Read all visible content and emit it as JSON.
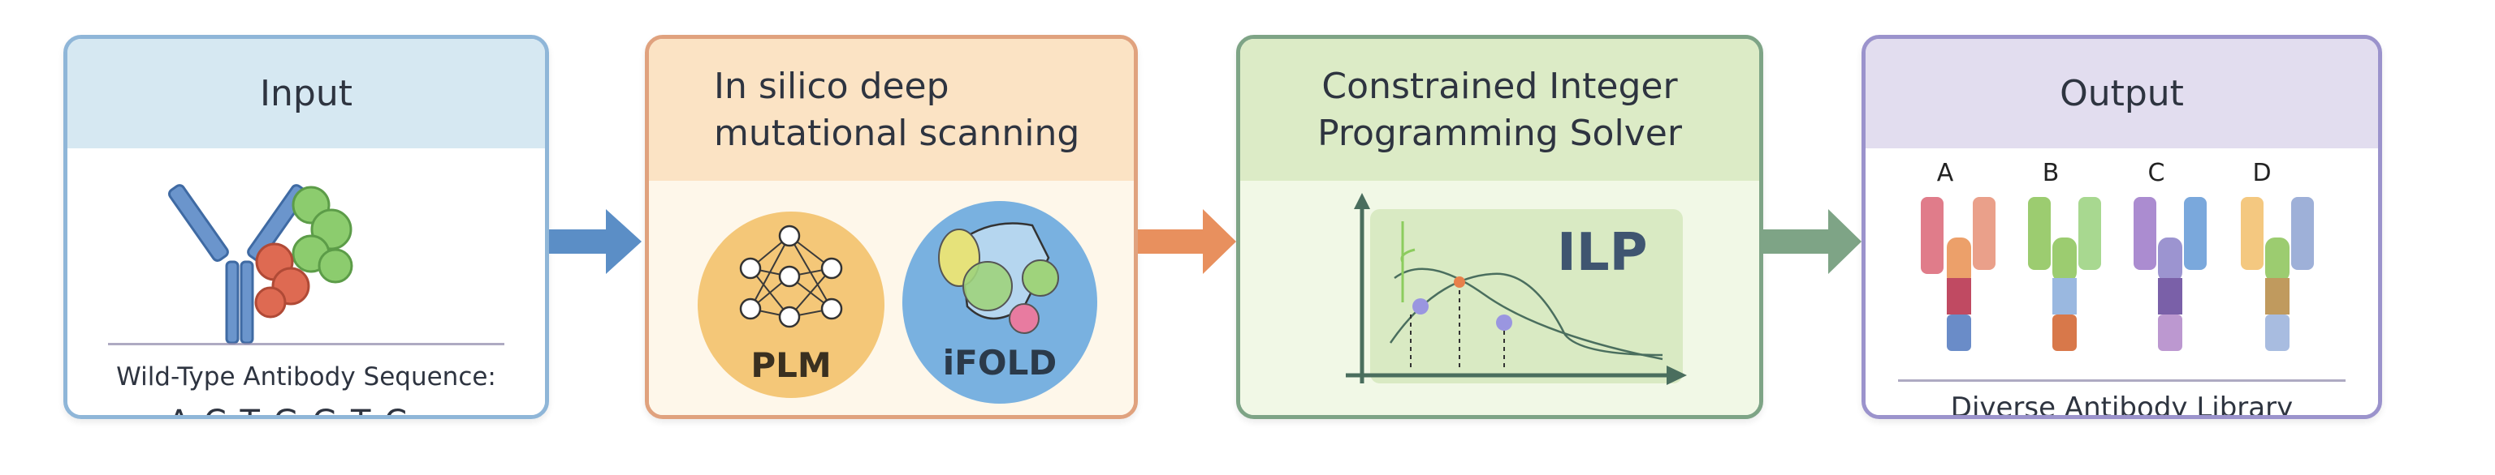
{
  "stages": [
    {
      "title": "Input",
      "caption": "Wild-Type Antibody Sequence:",
      "sequence": "A C T G G T C..."
    },
    {
      "title": "In silico deep mutational scanning",
      "title_line1": "In silico deep",
      "title_line2": "mutational scanning",
      "models": [
        {
          "label": "PLM",
          "icon": "neural-network-icon",
          "color": "#f4c778"
        },
        {
          "label": "iFOLD",
          "icon": "protein-fold-icon",
          "color": "#79b1e0"
        }
      ]
    },
    {
      "title_line1": "Constrained Integer",
      "title_line2": "Programming Solver",
      "plot_label": "ILP"
    },
    {
      "title": "Output",
      "variants": [
        "A",
        "B",
        "C",
        "D"
      ],
      "caption": "Diverse Antibody Library"
    }
  ],
  "colors": {
    "input": "#5b8ec6",
    "dms": "#e8905e",
    "solver": "#7ea486",
    "output": "#9b93cc"
  }
}
